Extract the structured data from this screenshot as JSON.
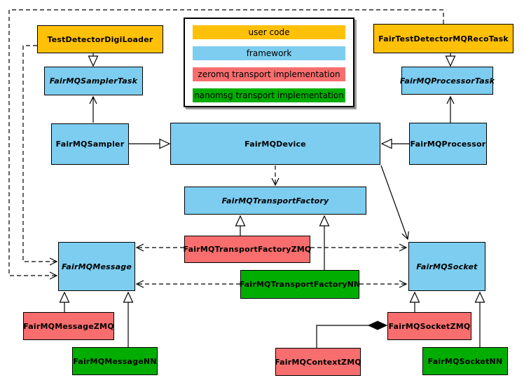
{
  "legend": {
    "items": [
      {
        "label": "user code",
        "color": "#FFC107"
      },
      {
        "label": "framework",
        "color": "#7CCDF0"
      },
      {
        "label": "zeromq transport implementation",
        "color": "#F86E6E"
      },
      {
        "label": "nanomsg transport implementation",
        "color": "#00AD00"
      }
    ]
  },
  "nodes": {
    "testDetectorDigiLoader": {
      "label": "TestDetectorDigiLoader",
      "color": "#FFC107",
      "abstract": false
    },
    "fairTestDetectorMQRecoTask": {
      "label": "FairTestDetectorMQRecoTask",
      "color": "#FFC107",
      "abstract": false
    },
    "fairMQSamplerTask": {
      "label": "FairMQSamplerTask",
      "color": "#7CCDF0",
      "abstract": true
    },
    "fairMQProcessorTask": {
      "label": "FairMQProcessorTask",
      "color": "#7CCDF0",
      "abstract": true
    },
    "fairMQSampler": {
      "label": "FairMQSampler",
      "color": "#7CCDF0",
      "abstract": false
    },
    "fairMQDevice": {
      "label": "FairMQDevice",
      "color": "#7CCDF0",
      "abstract": false
    },
    "fairMQProcessor": {
      "label": "FairMQProcessor",
      "color": "#7CCDF0",
      "abstract": false
    },
    "fairMQTransportFactory": {
      "label": "FairMQTransportFactory",
      "color": "#7CCDF0",
      "abstract": true
    },
    "fairMQTransportFactoryZMQ": {
      "label": "FairMQTransportFactoryZMQ",
      "color": "#F86E6E",
      "abstract": false
    },
    "fairMQTransportFactoryNN": {
      "label": "FairMQTransportFactoryNN",
      "color": "#00AD00",
      "abstract": false
    },
    "fairMQMessage": {
      "label": "FairMQMessage",
      "color": "#7CCDF0",
      "abstract": true
    },
    "fairMQSocket": {
      "label": "FairMQSocket",
      "color": "#7CCDF0",
      "abstract": true
    },
    "fairMQMessageZMQ": {
      "label": "FairMQMessageZMQ",
      "color": "#F86E6E",
      "abstract": false
    },
    "fairMQMessageNN": {
      "label": "FairMQMessageNN",
      "color": "#00AD00",
      "abstract": false
    },
    "fairMQSocketZMQ": {
      "label": "FairMQSocketZMQ",
      "color": "#F86E6E",
      "abstract": false
    },
    "fairMQContextZMQ": {
      "label": "FairMQContextZMQ",
      "color": "#F86E6E",
      "abstract": false
    },
    "fairMQSocketNN": {
      "label": "FairMQSocketNN",
      "color": "#00AD00",
      "abstract": false
    }
  },
  "edges": [
    {
      "from": "TestDetectorDigiLoader",
      "to": "FairMQSamplerTask",
      "type": "inheritance"
    },
    {
      "from": "FairTestDetectorMQRecoTask",
      "to": "FairMQProcessorTask",
      "type": "inheritance"
    },
    {
      "from": "FairMQSampler",
      "to": "FairMQDevice",
      "type": "inheritance"
    },
    {
      "from": "FairMQProcessor",
      "to": "FairMQDevice",
      "type": "inheritance"
    },
    {
      "from": "FairMQSampler",
      "to": "FairMQSamplerTask",
      "type": "association"
    },
    {
      "from": "FairMQProcessor",
      "to": "FairMQProcessorTask",
      "type": "association"
    },
    {
      "from": "FairMQDevice",
      "to": "FairMQSocket",
      "type": "association"
    },
    {
      "from": "FairMQDevice",
      "to": "FairMQTransportFactory",
      "type": "dependency"
    },
    {
      "from": "TestDetectorDigiLoader",
      "to": "FairMQMessage",
      "type": "dependency"
    },
    {
      "from": "FairTestDetectorMQRecoTask",
      "to": "FairMQMessage",
      "type": "dependency"
    },
    {
      "from": "FairMQTransportFactoryZMQ",
      "to": "FairMQTransportFactory",
      "type": "inheritance"
    },
    {
      "from": "FairMQTransportFactoryNN",
      "to": "FairMQTransportFactory",
      "type": "inheritance"
    },
    {
      "from": "FairMQTransportFactoryZMQ",
      "to": "FairMQMessage",
      "type": "dependency"
    },
    {
      "from": "FairMQTransportFactoryZMQ",
      "to": "FairMQSocket",
      "type": "dependency"
    },
    {
      "from": "FairMQTransportFactoryNN",
      "to": "FairMQMessage",
      "type": "dependency"
    },
    {
      "from": "FairMQTransportFactoryNN",
      "to": "FairMQSocket",
      "type": "dependency"
    },
    {
      "from": "FairMQMessageZMQ",
      "to": "FairMQMessage",
      "type": "inheritance"
    },
    {
      "from": "FairMQMessageNN",
      "to": "FairMQMessage",
      "type": "inheritance"
    },
    {
      "from": "FairMQSocketZMQ",
      "to": "FairMQSocket",
      "type": "inheritance"
    },
    {
      "from": "FairMQSocketNN",
      "to": "FairMQSocket",
      "type": "inheritance"
    },
    {
      "from": "FairMQContextZMQ",
      "to": "FairMQSocketZMQ",
      "type": "composition"
    }
  ]
}
